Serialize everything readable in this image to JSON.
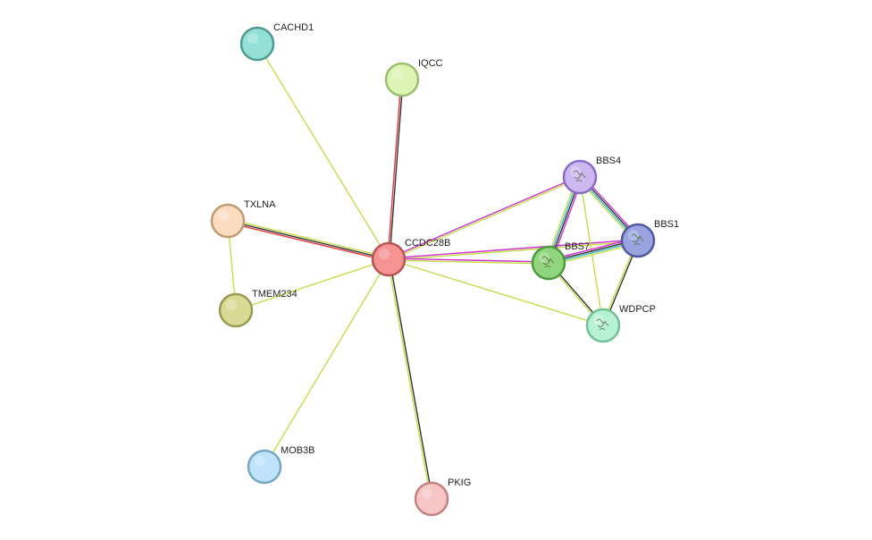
{
  "network": {
    "nodes": [
      {
        "id": "CACHD1",
        "label": "CACHD1",
        "fill": "#94e0d6",
        "stroke": "#4f9a90",
        "structure": false
      },
      {
        "id": "IQCC",
        "label": "IQCC",
        "fill": "#ddf5b4",
        "stroke": "#9dbe6e",
        "structure": false
      },
      {
        "id": "BBS4",
        "label": "BBS4",
        "fill": "#cdb8f2",
        "stroke": "#8a6cc4",
        "structure": true
      },
      {
        "id": "TXLNA",
        "label": "TXLNA",
        "fill": "#fbdcc0",
        "stroke": "#c29a72",
        "structure": false
      },
      {
        "id": "BBS1",
        "label": "BBS1",
        "fill": "#9aa3e0",
        "stroke": "#4f579e",
        "structure": true
      },
      {
        "id": "CCDC28B",
        "label": "CCDC28B",
        "fill": "#f59292",
        "stroke": "#b85454",
        "structure": false
      },
      {
        "id": "BBS7",
        "label": "BBS7",
        "fill": "#8fd67e",
        "stroke": "#4e9a40",
        "structure": true
      },
      {
        "id": "TMEM234",
        "label": "TMEM234",
        "fill": "#dada96",
        "stroke": "#9a9a55",
        "structure": false
      },
      {
        "id": "WDPCP",
        "label": "WDPCP",
        "fill": "#b8f2d4",
        "stroke": "#72bf98",
        "structure": true
      },
      {
        "id": "MOB3B",
        "label": "MOB3B",
        "fill": "#bfe3fa",
        "stroke": "#76a6c2",
        "structure": false
      },
      {
        "id": "PKIG",
        "label": "PKIG",
        "fill": "#f7c5c5",
        "stroke": "#c28282",
        "structure": false
      }
    ],
    "edges": [
      {
        "source": "CCDC28B",
        "target": "CACHD1",
        "evidence": [
          "#c6dc4a"
        ]
      },
      {
        "source": "CCDC28B",
        "target": "IQCC",
        "evidence": [
          "#e03a3a",
          "#333333"
        ]
      },
      {
        "source": "CCDC28B",
        "target": "TXLNA",
        "evidence": [
          "#e03a3a",
          "#333333",
          "#c6dc4a"
        ]
      },
      {
        "source": "CCDC28B",
        "target": "TMEM234",
        "evidence": [
          "#c6dc4a"
        ]
      },
      {
        "source": "CCDC28B",
        "target": "MOB3B",
        "evidence": [
          "#c6dc4a"
        ]
      },
      {
        "source": "CCDC28B",
        "target": "PKIG",
        "evidence": [
          "#333333",
          "#c6dc4a"
        ]
      },
      {
        "source": "CCDC28B",
        "target": "BBS4",
        "evidence": [
          "#cc33cc",
          "#c6dc4a"
        ]
      },
      {
        "source": "CCDC28B",
        "target": "BBS1",
        "evidence": [
          "#cc33cc",
          "#c6dc4a"
        ]
      },
      {
        "source": "CCDC28B",
        "target": "BBS7",
        "evidence": [
          "#cc33cc",
          "#c6dc4a"
        ]
      },
      {
        "source": "CCDC28B",
        "target": "WDPCP",
        "evidence": [
          "#c6dc4a"
        ]
      },
      {
        "source": "TXLNA",
        "target": "TMEM234",
        "evidence": [
          "#c6dc4a"
        ]
      },
      {
        "source": "BBS4",
        "target": "BBS7",
        "evidence": [
          "#cc33cc",
          "#333333",
          "#3bb8c8",
          "#c6dc4a"
        ]
      },
      {
        "source": "BBS4",
        "target": "BBS1",
        "evidence": [
          "#cc33cc",
          "#333333",
          "#3bb8c8",
          "#c6dc4a"
        ]
      },
      {
        "source": "BBS4",
        "target": "WDPCP",
        "evidence": [
          "#c6dc4a"
        ]
      },
      {
        "source": "BBS7",
        "target": "BBS1",
        "evidence": [
          "#cc33cc",
          "#333333",
          "#3bb8c8",
          "#c6dc4a"
        ]
      },
      {
        "source": "BBS7",
        "target": "WDPCP",
        "evidence": [
          "#333333",
          "#c6dc4a"
        ]
      },
      {
        "source": "BBS1",
        "target": "WDPCP",
        "evidence": [
          "#333333",
          "#c6dc4a"
        ]
      }
    ]
  }
}
